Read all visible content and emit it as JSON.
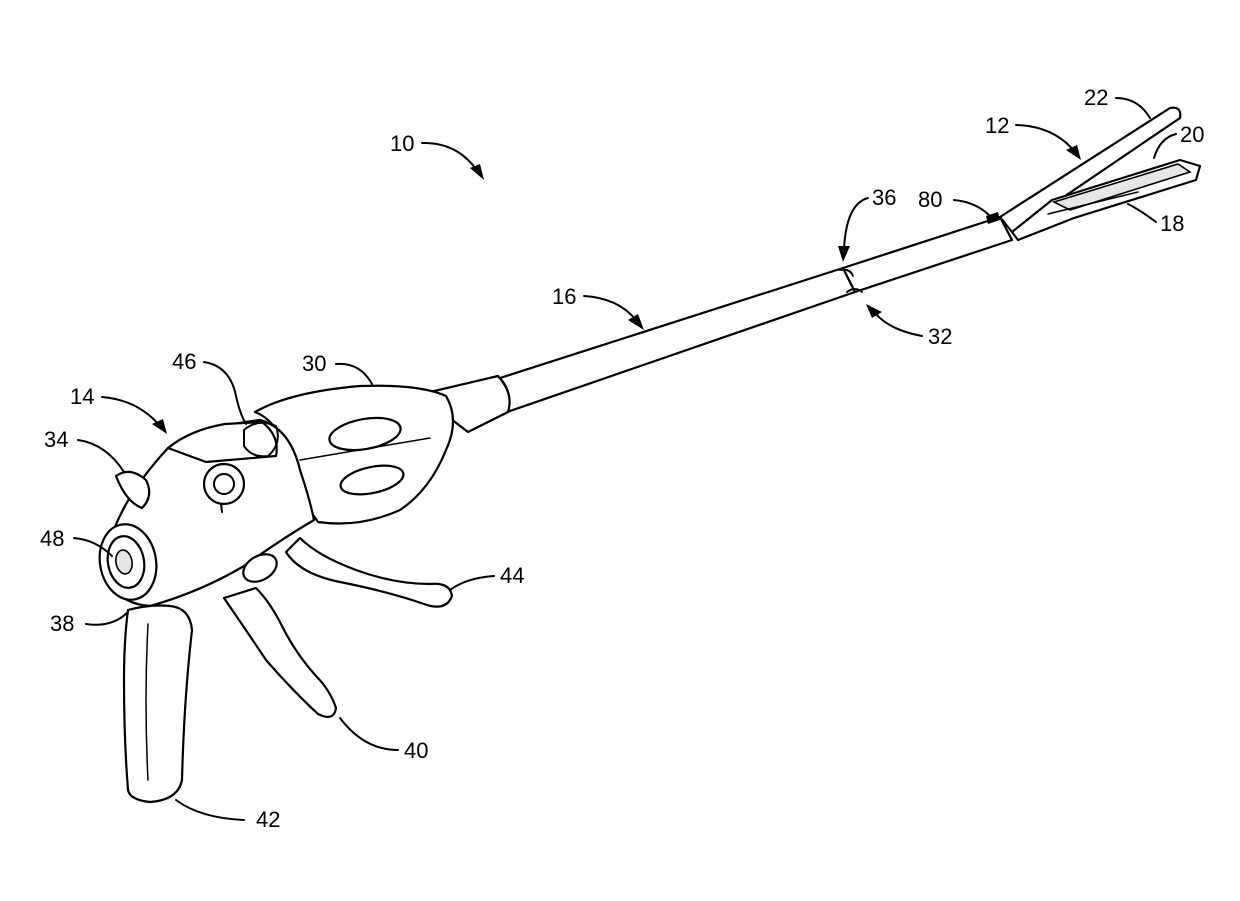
{
  "figure": {
    "background": "#ffffff",
    "line_color": "#000000"
  },
  "reference_numerals": {
    "n10": "10",
    "n12": "12",
    "n14": "14",
    "n16": "16",
    "n18": "18",
    "n20": "20",
    "n22": "22",
    "n30": "30",
    "n32": "32",
    "n34": "34",
    "n36": "36",
    "n38": "38",
    "n40": "40",
    "n42": "42",
    "n44": "44",
    "n46": "46",
    "n48": "48",
    "n80": "80"
  }
}
